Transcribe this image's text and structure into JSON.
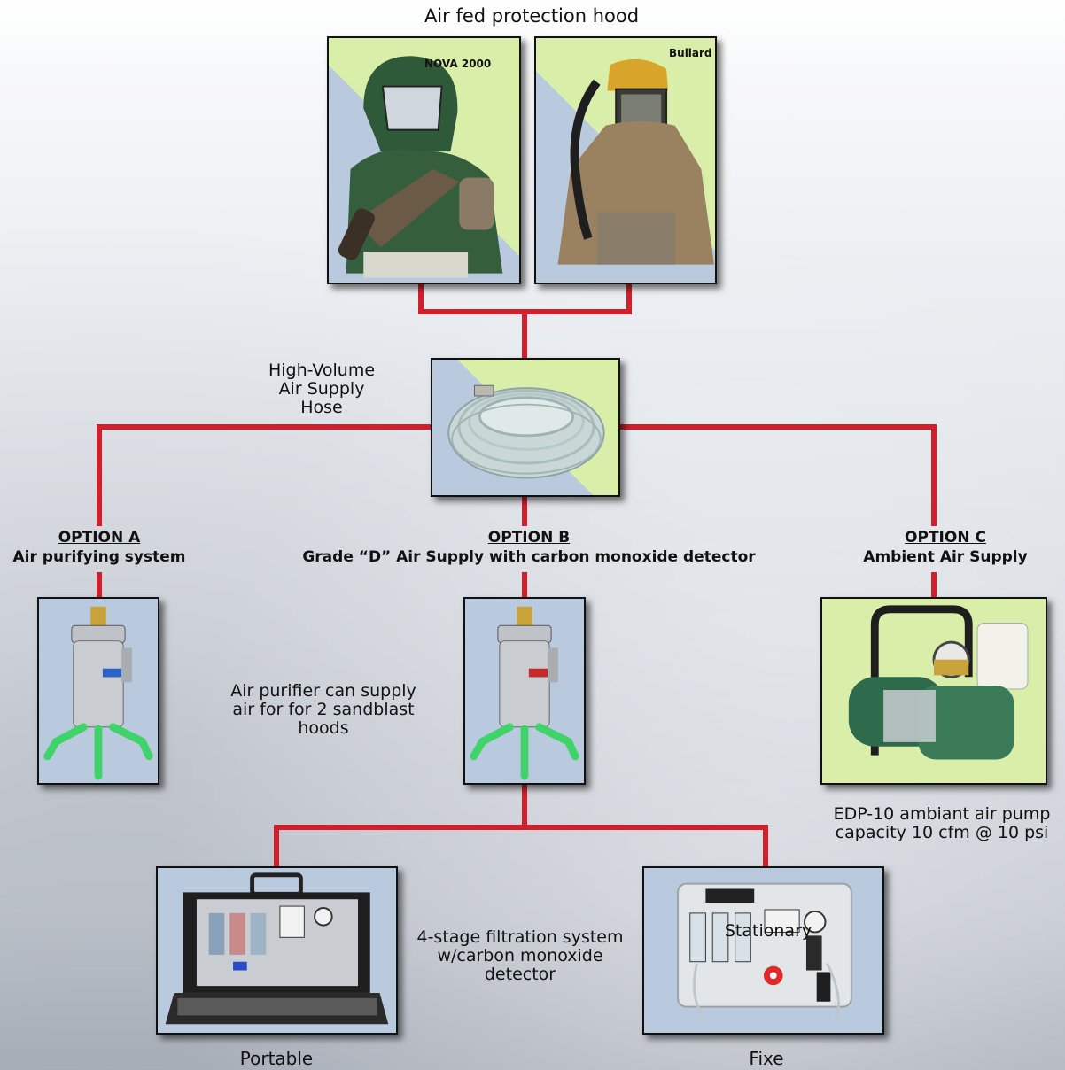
{
  "title": "Air fed protection hood",
  "hoods": [
    {
      "brand": "NOVA 2000"
    },
    {
      "brand": "Bullard"
    }
  ],
  "hose_label": "High-Volume Air Supply Hose",
  "options": {
    "a": {
      "title": "OPTION A",
      "subtitle": "Air purifying system"
    },
    "b": {
      "title": "OPTION B",
      "subtitle": "Grade “D” Air Supply with carbon monoxide detector"
    },
    "c": {
      "title": "OPTION C",
      "subtitle": "Ambient Air Supply"
    }
  },
  "purifier_caption": "Air purifier can supply air for for 2 sandblast hoods",
  "pump_caption": "EDP-10 ambiant air pump capacity 10 cfm @ 10 psi",
  "filtration_caption": "4-stage filtration system w/carbon monoxide detector",
  "portable_label": "Portable",
  "stationary_label": "Stationary",
  "fixe_label": "Fixe",
  "colors": {
    "line": "#d21f2b",
    "panel_green": "#d9eea8",
    "panel_blue": "#b9c9de"
  }
}
